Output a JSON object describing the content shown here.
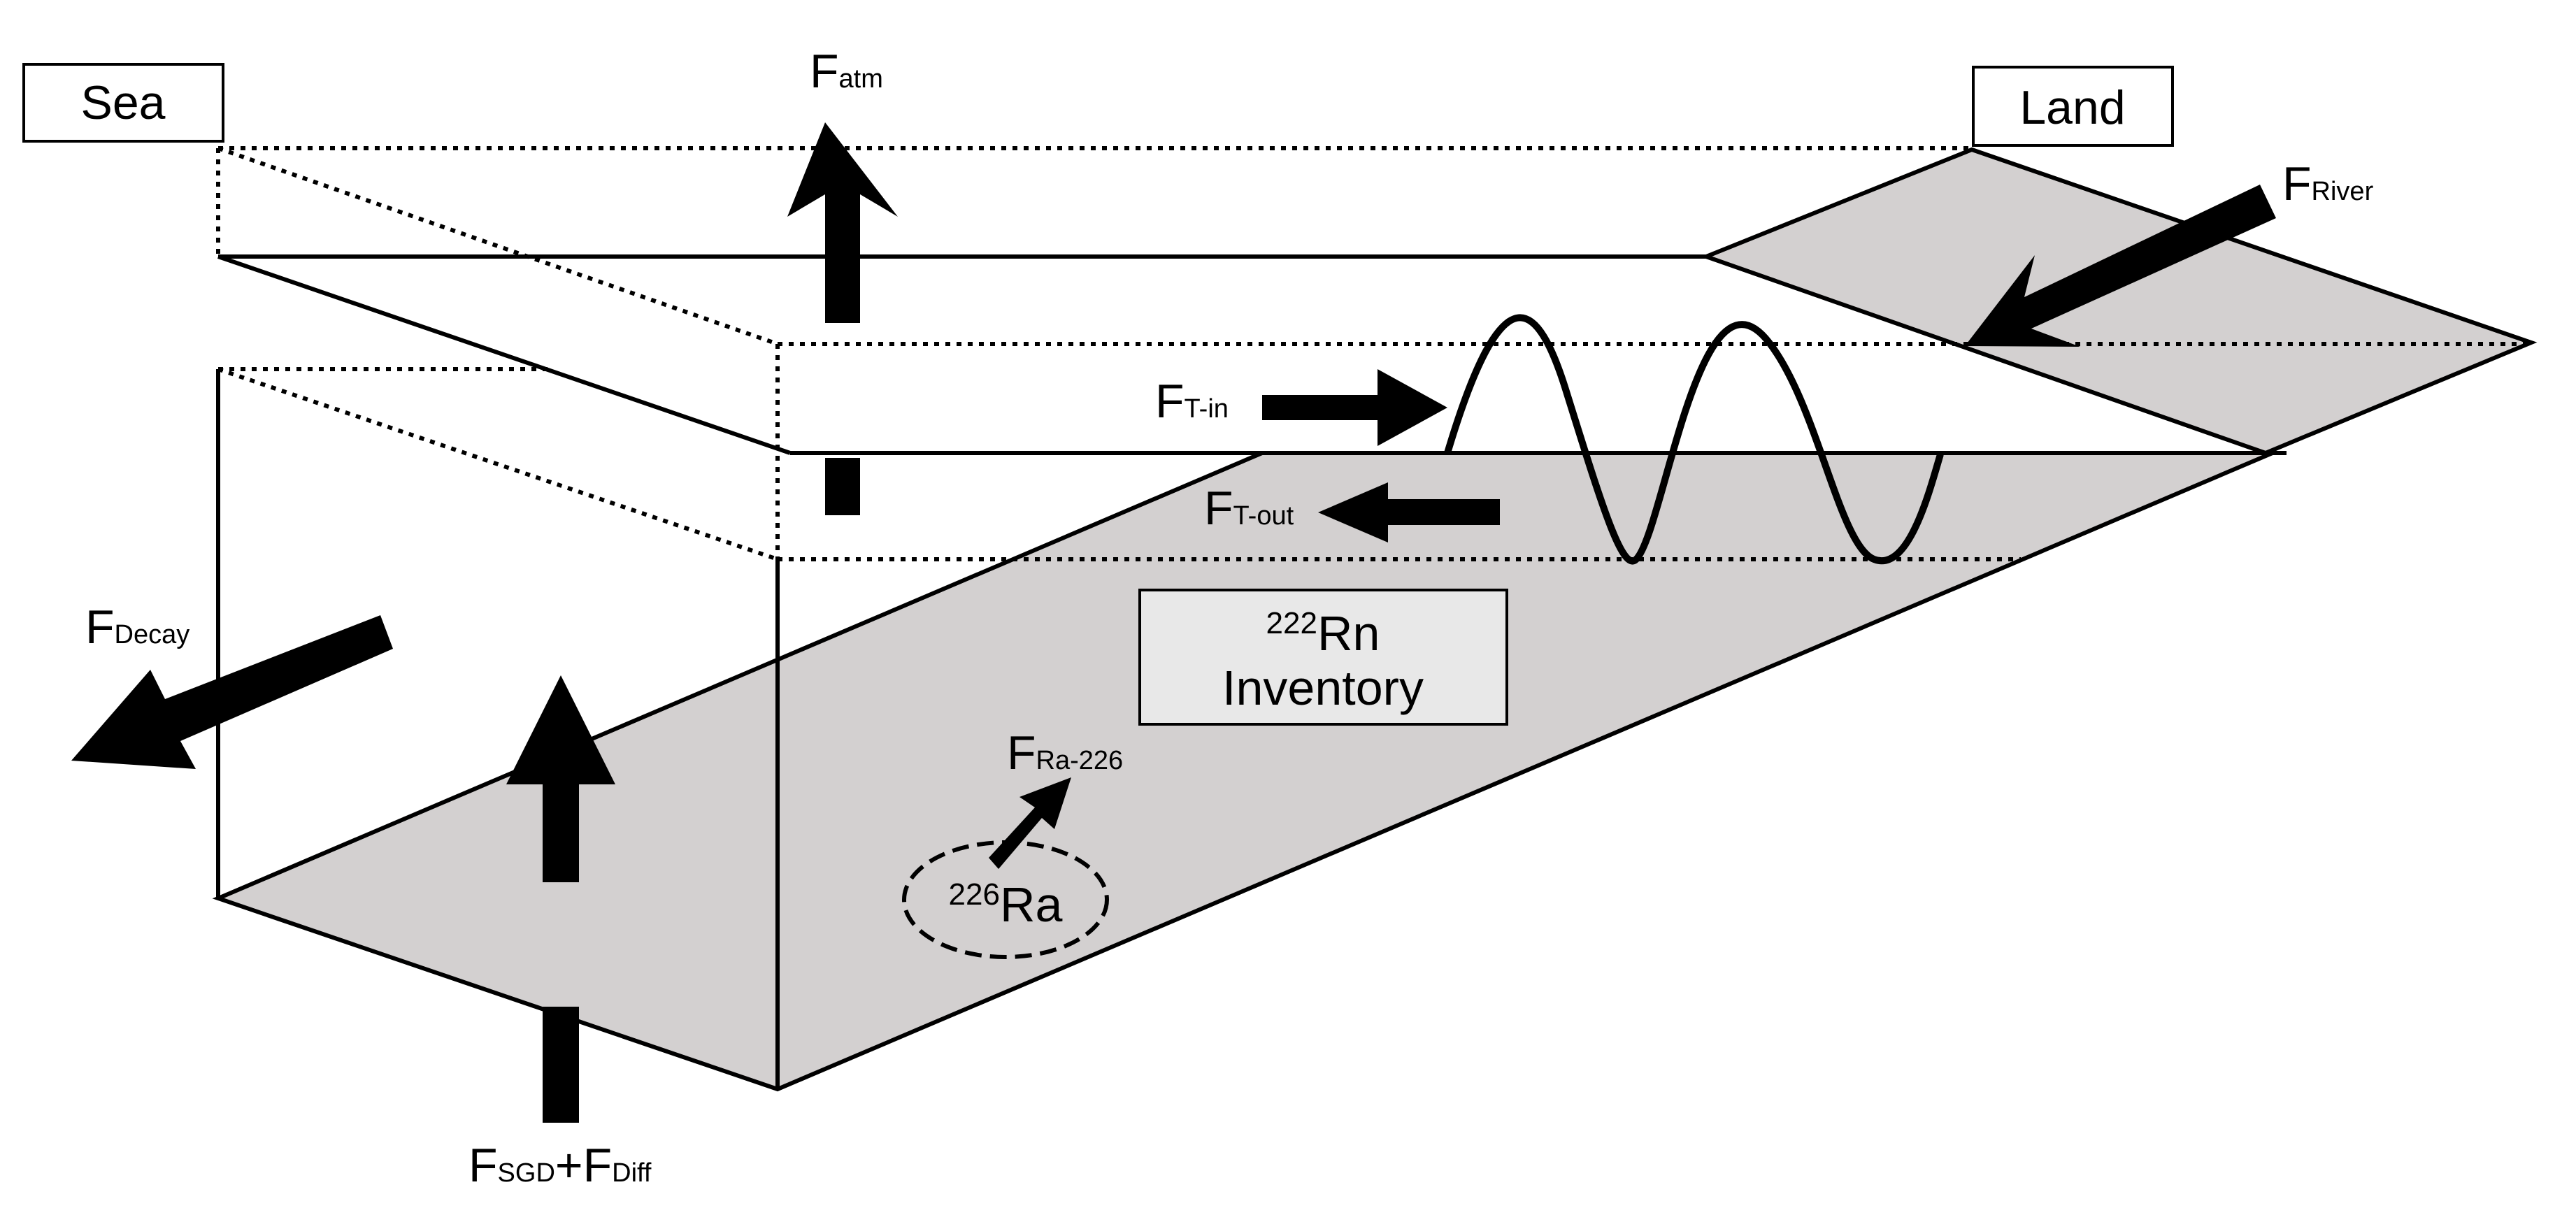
{
  "labels": {
    "sea": "Sea",
    "land": "Land",
    "f_atm_main": "F",
    "f_atm_sub": "atm",
    "f_river_main": "F",
    "f_river_sub": "River",
    "f_tin_main": "F",
    "f_tin_sub": "T-in",
    "f_tout_main": "F",
    "f_tout_sub": "T-out",
    "f_decay_main": "F",
    "f_decay_sub": "Decay",
    "f_ra_main": "F",
    "f_ra_sub": "Ra-226",
    "f_sgd_main": "F",
    "f_sgd_sub": "SGD",
    "plus": "+",
    "f_diff_main": "F",
    "f_diff_sub": "Diff",
    "rn_sup": "222",
    "rn_symbol": "Rn",
    "inventory": "Inventory",
    "ra_sup": "226",
    "ra_symbol": "Ra"
  },
  "colors": {
    "floor": "#d3d0d0",
    "inventory_box": "#e8e8e8",
    "arrows": "#000000",
    "background": "#ffffff"
  },
  "icons": {
    "tidal_wave": "sine-wave",
    "flux_arrows": "block-arrow"
  }
}
